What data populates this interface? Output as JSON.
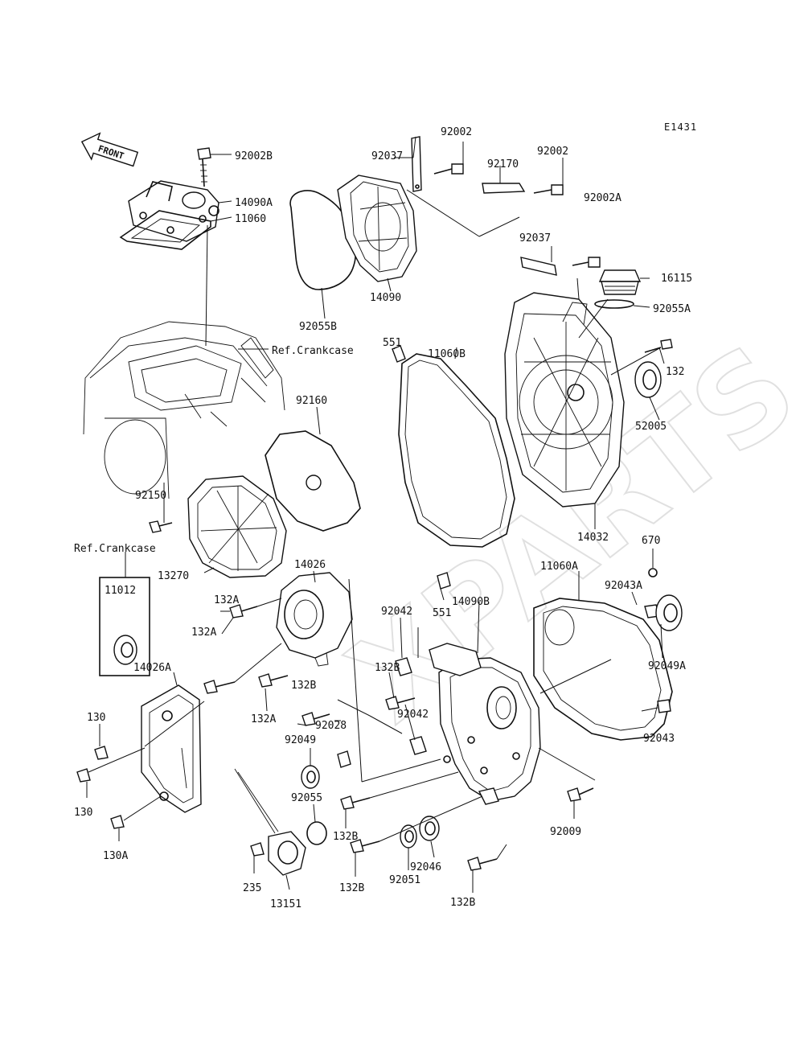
{
  "diagram_code": "E1431",
  "front_arrow": "FRONT",
  "watermark": "XPARTS",
  "refs": {
    "crankcase_upper": "Ref.Crankcase",
    "crankcase_left": "Ref.Crankcase"
  },
  "parts": {
    "p92002B": "92002B",
    "p14090A": "14090A",
    "p11060": "11060",
    "p92037a": "92037",
    "p92002a": "92002",
    "p92170": "92170",
    "p92002b": "92002",
    "p92002A": "92002A",
    "p92055B": "92055B",
    "p14090": "14090",
    "p92037b": "92037",
    "p16115": "16115",
    "p92055A": "92055A",
    "p551a": "551",
    "p11060B": "11060B",
    "p132": "132",
    "p92160": "92160",
    "p52005": "52005",
    "p92150": "92150",
    "p14032": "14032",
    "p670": "670",
    "p11012": "11012",
    "p13270": "13270",
    "p14026": "14026",
    "p92043A": "92043A",
    "p11060A": "11060A",
    "p132Aa": "132A",
    "p551b": "551",
    "p132Ab": "132A",
    "p92042a": "92042",
    "p14090B": "14090B",
    "p92049A": "92049A",
    "p14026A": "14026A",
    "p132Ba": "132B",
    "p132Bb": "132B",
    "p132Ac": "132A",
    "p92042b": "92042",
    "p130a": "130",
    "p92028": "92028",
    "p92043": "92043",
    "p92049": "92049",
    "p130b": "130",
    "p92055": "92055",
    "p132Bc": "132B",
    "p92009": "92009",
    "p130A": "130A",
    "p92046": "92046",
    "p235": "235",
    "p132Bd": "132B",
    "p92051": "92051",
    "p13151": "13151",
    "p132Be": "132B"
  }
}
